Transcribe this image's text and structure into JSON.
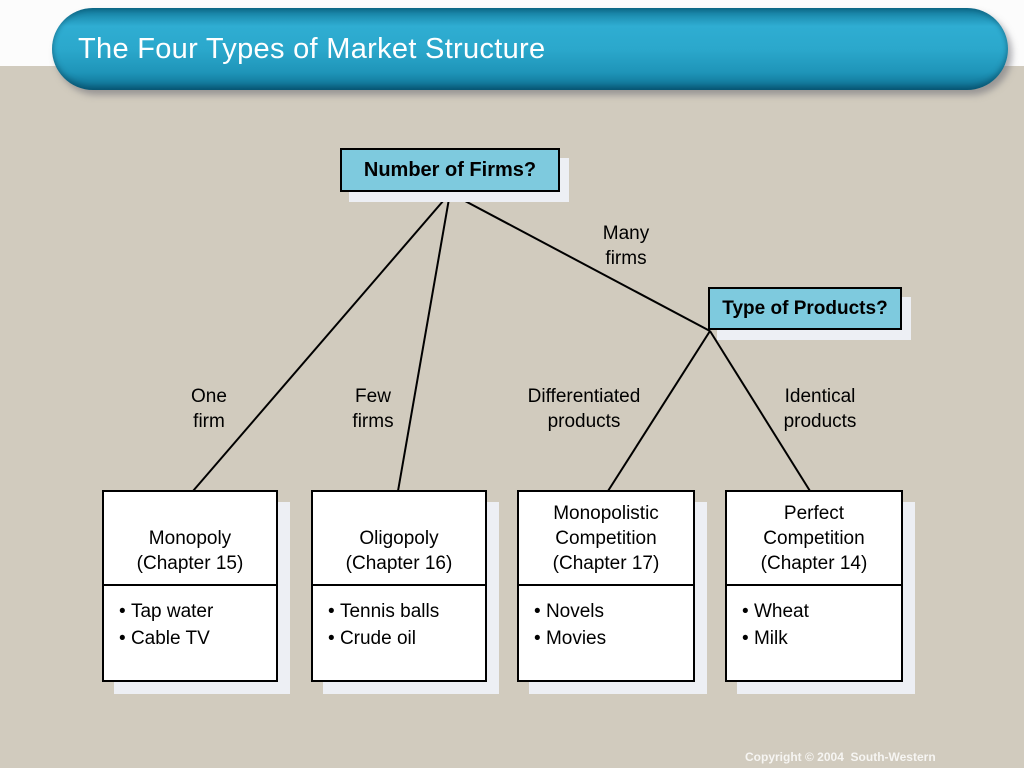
{
  "slide": {
    "title": "The Four Types of Market Structure",
    "copyright": "Copyright © 2004  South-Western"
  },
  "diagram": {
    "root_question": "Number of Firms?",
    "secondary_question": "Type of Products?",
    "branch_labels": {
      "one_firm": "One\nfirm",
      "few_firms": "Few\nfirms",
      "many_firms": "Many\nfirms",
      "differentiated_products": "Differentiated\nproducts",
      "identical_products": "Identical\nproducts"
    },
    "edges": [
      {
        "from": "number-of-firms",
        "to": "monopoly",
        "label": "One firm"
      },
      {
        "from": "number-of-firms",
        "to": "oligopoly",
        "label": "Few firms"
      },
      {
        "from": "number-of-firms",
        "to": "type-of-products",
        "label": "Many firms"
      },
      {
        "from": "type-of-products",
        "to": "monopolistic-competition",
        "label": "Differentiated products"
      },
      {
        "from": "type-of-products",
        "to": "perfect-competition",
        "label": "Identical products"
      }
    ],
    "outcome_boxes": [
      {
        "id": "monopoly",
        "title": "Monopoly\n(Chapter 15)",
        "examples": [
          "Tap water",
          "Cable TV"
        ]
      },
      {
        "id": "oligopoly",
        "title": "Oligopoly\n(Chapter 16)",
        "examples": [
          "Tennis balls",
          "Crude oil"
        ]
      },
      {
        "id": "monopolistic-competition",
        "title": "Monopolistic\nCompetition\n(Chapter 17)",
        "examples": [
          "Novels",
          "Movies"
        ]
      },
      {
        "id": "perfect-competition",
        "title": "Perfect\nCompetition\n(Chapter 14)",
        "examples": [
          "Wheat",
          "Milk"
        ]
      }
    ]
  },
  "colors": {
    "background": "#d1cbbe",
    "top_strip": "#fcfcfc",
    "title_bar_cyan": "#2ba8cc",
    "decision_box_fill": "#7ecade",
    "box_border": "#000000",
    "box_shadow": "#edeff4",
    "connector_line": "#000000",
    "title_text": "#ffffff"
  }
}
